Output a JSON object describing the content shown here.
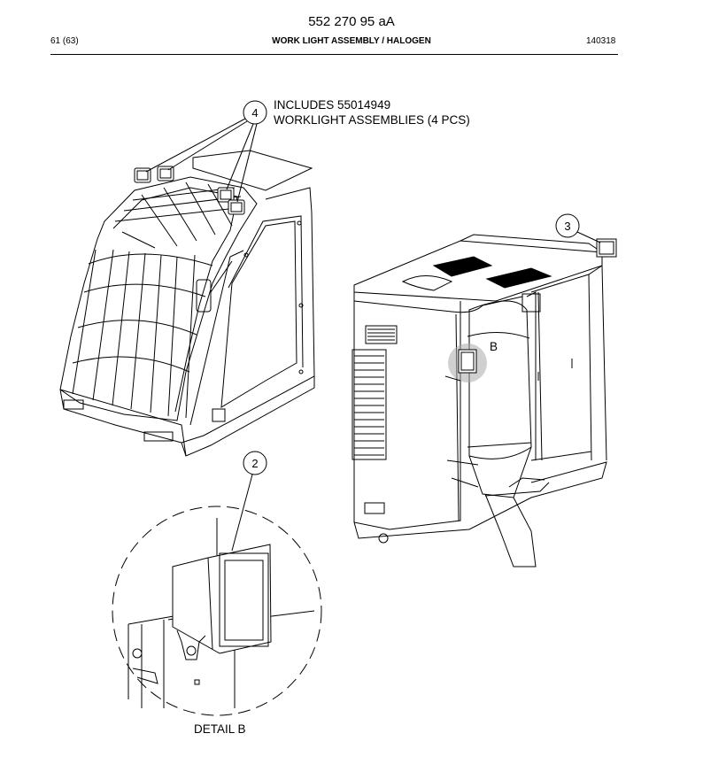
{
  "header": {
    "doc_number": "552 270 95 aA",
    "page": "61 (63)",
    "title": "WORK LIGHT ASSEMBLY / HALOGEN",
    "date_code": "140318"
  },
  "callouts": {
    "c4": "4",
    "c3": "3",
    "c2": "2"
  },
  "note": {
    "line1": "INCLUDES 55014949",
    "line2": "WORKLIGHT ASSEMBLIES (4 PCS)"
  },
  "detail_marker": "B",
  "detail_caption": "DETAIL B"
}
